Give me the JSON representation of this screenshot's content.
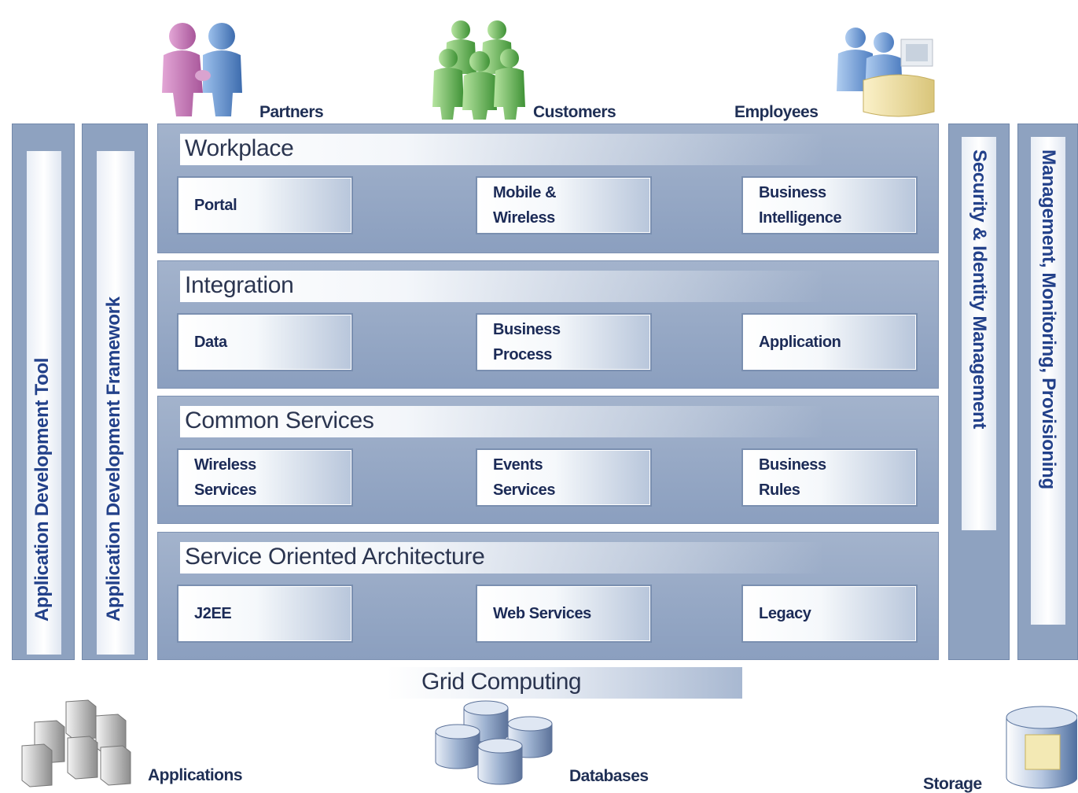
{
  "personas": {
    "partners": "Partners",
    "customers": "Customers",
    "employees": "Employees"
  },
  "side_left": {
    "tool": "Application Development Tool",
    "framework": "Application Development Framework"
  },
  "side_right": {
    "security": "Security & Identity Management",
    "management": "Management, Monitoring, Provisioning"
  },
  "layers": [
    {
      "title": "Workplace",
      "boxes": [
        "Portal",
        "Mobile &\nWireless",
        "Business\nIntelligence"
      ]
    },
    {
      "title": "Integration",
      "boxes": [
        "Data",
        "Business\nProcess",
        "Application"
      ]
    },
    {
      "title": "Common Services",
      "boxes": [
        "Wireless\nServices",
        "Events\nServices",
        "Business\nRules"
      ]
    },
    {
      "title": "Service Oriented Architecture",
      "boxes": [
        "J2EE",
        "Web Services",
        "Legacy"
      ]
    }
  ],
  "grid": "Grid Computing",
  "infrastructure": {
    "applications": "Applications",
    "databases": "Databases",
    "storage": "Storage"
  },
  "colors": {
    "partners_pink": "#c77fb6",
    "partners_blue": "#5d8ccc",
    "customers_green": "#6ebb5a",
    "employees_blue": "#6f9bd2",
    "panel": "#97a9c6",
    "text_dark": "#23418a"
  }
}
